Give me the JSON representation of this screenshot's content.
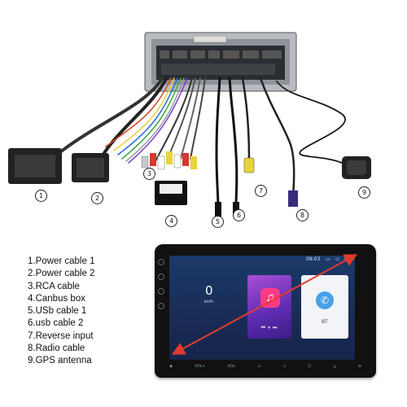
{
  "legend": {
    "items": [
      "1.Power  cable 1",
      "2.Power cable 2",
      "3.RCA cable",
      "4.Canbus box",
      "5.USb cable 1",
      "6.usb cable 2",
      "7.Reverse input",
      "8.Radio cable",
      "9.GPS antenna"
    ]
  },
  "callouts": [
    "1",
    "2",
    "3",
    "4",
    "5",
    "6",
    "7",
    "8",
    "9"
  ],
  "screen": {
    "time": "09:03",
    "speed": "0",
    "bt_label": "BT"
  },
  "colors": {
    "arrow": "#e23b2e",
    "unit_frame": "#111111",
    "screen_bg": "#1b3a69",
    "music_tile": "#7a39c4",
    "bt_tile": "#f2f4f8"
  }
}
